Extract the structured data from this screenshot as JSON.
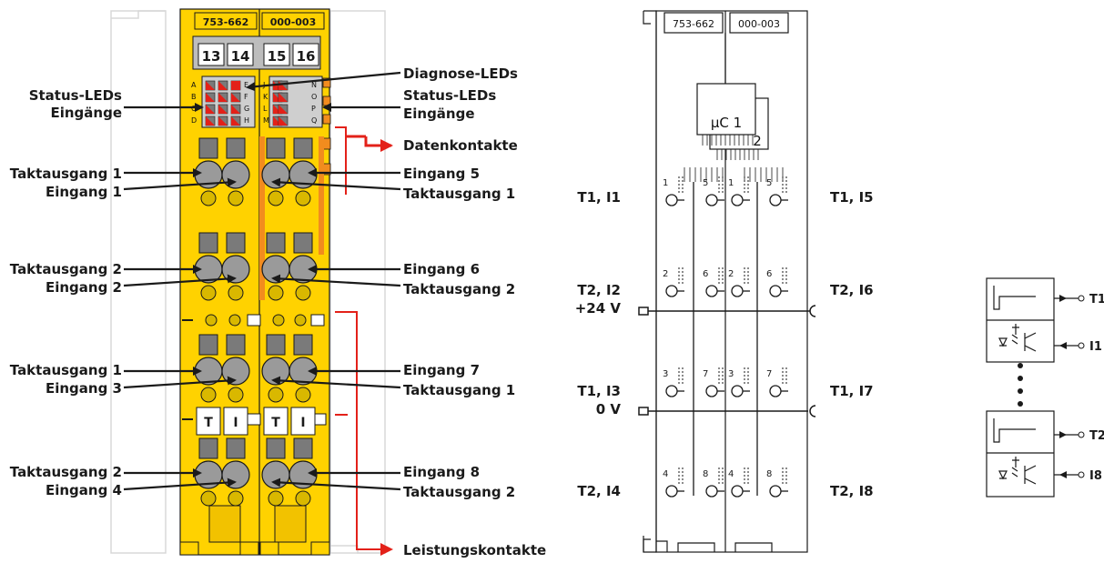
{
  "module": {
    "left_article": "753-662",
    "right_article": "000-003",
    "terminal_numbers": [
      "13",
      "14",
      "15",
      "16"
    ],
    "led_letters_left": [
      "A",
      "B",
      "C",
      "D"
    ],
    "led_letters_mid1": [
      "E",
      "F",
      "G",
      "H"
    ],
    "led_letters_mid2": [
      "J",
      "K",
      "L",
      "M"
    ],
    "led_letters_right": [
      "N",
      "O",
      "P",
      "Q"
    ],
    "marker_t": "T",
    "marker_i": "I"
  },
  "labels_left": [
    [
      "Status-LEDs",
      "Eingänge"
    ],
    [
      "Taktausgang 1",
      "Eingang 1"
    ],
    [
      "Taktausgang 2",
      "Eingang 2"
    ],
    [
      "Taktausgang 1",
      "Eingang 3"
    ],
    [
      "Taktausgang 2",
      "Eingang 4"
    ]
  ],
  "labels_right": [
    "Diagnose-LEDs",
    [
      "Status-LEDs",
      "Eingänge"
    ],
    "Datenkontakte",
    [
      "Eingang 5",
      "Taktausgang 1"
    ],
    [
      "Eingang 6",
      "Taktausgang 2"
    ],
    [
      "Eingang 7",
      "Taktausgang 1"
    ],
    [
      "Eingang 8",
      "Taktausgang 2"
    ],
    "Leistungskontakte"
  ],
  "schematic": {
    "header_left": "753-662",
    "header_right": "000-003",
    "mcu_label": "µC 1",
    "mcu2_label": "2",
    "left_labels": [
      "T1, I1",
      "T2, I2",
      "+24 V",
      "T1, I3",
      "0 V",
      "T2, I4"
    ],
    "right_labels": [
      "T1, I5",
      "T2, I6",
      "T1, I7",
      "T2, I8"
    ],
    "pin_numbers": [
      [
        "1",
        "5",
        "1",
        "5"
      ],
      [
        "2",
        "6",
        "2",
        "6"
      ],
      [
        "3",
        "7",
        "3",
        "7"
      ],
      [
        "4",
        "8",
        "4",
        "8"
      ]
    ]
  },
  "equivalent": {
    "labels": [
      "T1",
      "I1",
      "T2",
      "I8"
    ]
  },
  "colors": {
    "yellow": "#ffd200",
    "orange": "#f28c1e",
    "red_arrow": "#e32119",
    "grey": "#a8a8a8",
    "dark": "#1a1a1a"
  }
}
